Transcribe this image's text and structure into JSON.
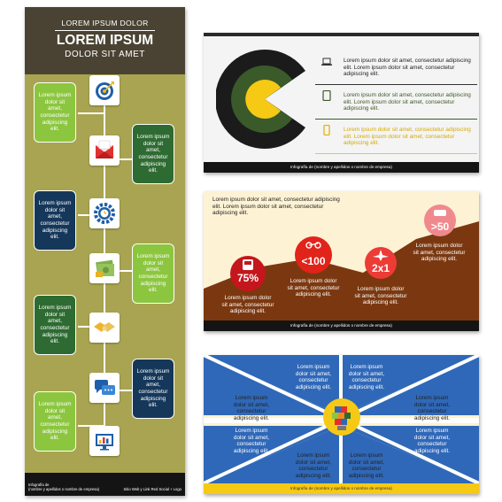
{
  "infographic": {
    "header": {
      "small": "LOREM IPSUM DOLOR",
      "big": "LOREM IPSUM",
      "sub": "DOLOR SIT AMET"
    },
    "boxes": [
      {
        "text": "Lorem ipsum dolor sit amet, consectetur adipiscing elit."
      },
      {
        "text": "Lorem ipsum dolor sit amet, consectetur adipiscing elit."
      },
      {
        "text": "Lorem ipsum dolor sit amet, consectetur adipiscing elit."
      },
      {
        "text": "Lorem ipsum dolor sit amet, consectetur adipiscing elit."
      },
      {
        "text": "Lorem ipsum dolor sit amet, consectetur adipiscing elit."
      },
      {
        "text": "Lorem ipsum dolor sit amet, consectetur adipiscing elit."
      },
      {
        "text": "Lorem ipsum dolor sit amet, consectetur adipiscing elit."
      }
    ],
    "icons": [
      "target-icon",
      "mail-icon",
      "gear-icon",
      "money-icon",
      "handshake-icon",
      "chat-icon",
      "chart-icon"
    ],
    "footer_left": "Infografía de\n(nombre y apellidos o nombre de empresa)",
    "footer_right": "Sitio Web y Link Red Social + Logo"
  },
  "slide1": {
    "items": [
      {
        "text": "Lorem ipsum dolor sit amet, consectetur adipiscing elit. Lorem ipsum dolor sit amet, consectetur adipiscing elit.",
        "icon": "laptop-icon"
      },
      {
        "text": "Lorem ipsum dolor sit amet, consectetur adipiscing elit. Lorem ipsum dolor sit amet, consectetur adipiscing elit.",
        "icon": "tablet-icon"
      },
      {
        "text": "Lorem ipsum dolor sit amet, consectetur adipiscing elit. Lorem ipsum dolor sit amet, consectetur adipiscing elit.",
        "icon": "phone-icon"
      }
    ],
    "footer": "Infografía de (nombre y apellidos o nombre de empresa)"
  },
  "slide2": {
    "intro": "Lorem ipsum dolor sit amet, consectetur adipiscing elit. Lorem ipsum dolor sit amet, consectetur adipiscing elit.",
    "stats": [
      {
        "value": "75%",
        "text": "Lorem ipsum dolor sit amet, consectetur adipiscing elit.",
        "icon": "train-icon",
        "color": "#c4161c"
      },
      {
        "value": "<100",
        "text": "Lorem ipsum dolor sit amet, consectetur adipiscing elit.",
        "icon": "motorbike-icon",
        "color": "#e2231a"
      },
      {
        "value": "2x1",
        "text": "Lorem ipsum dolor sit amet, consectetur adipiscing elit.",
        "icon": "plane-icon",
        "color": "#ed3b36"
      },
      {
        "value": ">50",
        "text": "Lorem ipsum dolor sit amet, consectetur adipiscing elit.",
        "icon": "car-icon",
        "color": "#f0898d"
      }
    ],
    "footer": "Infografía de (nombre y apellidos o nombre de empresa)"
  },
  "slide3": {
    "texts": [
      "Lorem ipsum dolor sit amet, consectetur adipiscing elit.",
      "Lorem ipsum dolor sit amet, consectetur adipiscing elit.",
      "Lorem ipsum dolor sit amet, consectetur adipiscing elit.",
      "Lorem ipsum dolor sit amet, consectetur adipiscing elit.",
      "Lorem ipsum dolor sit amet, consectetur adipiscing elit.",
      "Lorem ipsum dolor sit amet, consectetur adipiscing elit.",
      "Lorem ipsum dolor sit amet, consectetur adipiscing elit.",
      "Lorem ipsum dolor sit amet, consectetur adipiscing elit."
    ],
    "center_icon": "lightbulb-puzzle-icon",
    "footer": "Infografía de (nombre y apellidos o nombre de empresa)"
  },
  "colors": {
    "olive_bg": "#a9a451",
    "header_dark": "#4a4333",
    "green_dark": "#2e6b32",
    "green_light": "#8cc63f",
    "navy": "#15375a",
    "slide1_dark": "#1b1b1b",
    "slide1_green": "#3b5a29",
    "slide1_yellow": "#f6c915",
    "brown": "#7b3810",
    "cream": "#fdf2d4",
    "blue": "#2f68b8",
    "paleyellow": "#fbf3cc"
  }
}
